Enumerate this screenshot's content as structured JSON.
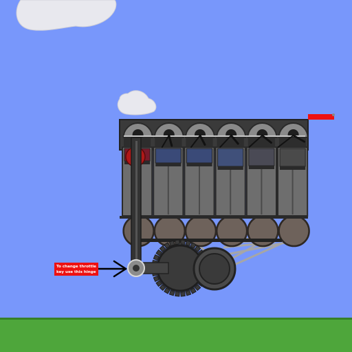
{
  "scene": {
    "type": "physics-sandbox",
    "colors": {
      "sky": "#7897fb",
      "ground": "#4ea63b",
      "ground_edge": "#36802a",
      "metal_dark": "#3a3a3a",
      "metal_mid": "#6e6e6e",
      "metal_light": "#9a9a9a",
      "wheel": "#6e625b",
      "indicator": "#ee1111",
      "note_bg": "#ee1111",
      "note_text": "#ffffff",
      "cloud": "#e8e8ee"
    }
  },
  "annotation": {
    "line1": "To change throttle",
    "line2": "key use this hinge"
  },
  "engine": {
    "cylinder_count": 6,
    "cylinders": [
      {
        "piston_level": 0.2,
        "color": "#7a1a2a"
      },
      {
        "piston_level": 0.35,
        "color": "#3a4a78"
      },
      {
        "piston_level": 0.35,
        "color": "#3a4a78"
      },
      {
        "piston_level": 0.6,
        "color": "#40507a"
      },
      {
        "piston_level": 0.55,
        "color": "#4a4a55"
      },
      {
        "piston_level": 0.6,
        "color": "#4a4a4a"
      }
    ]
  }
}
